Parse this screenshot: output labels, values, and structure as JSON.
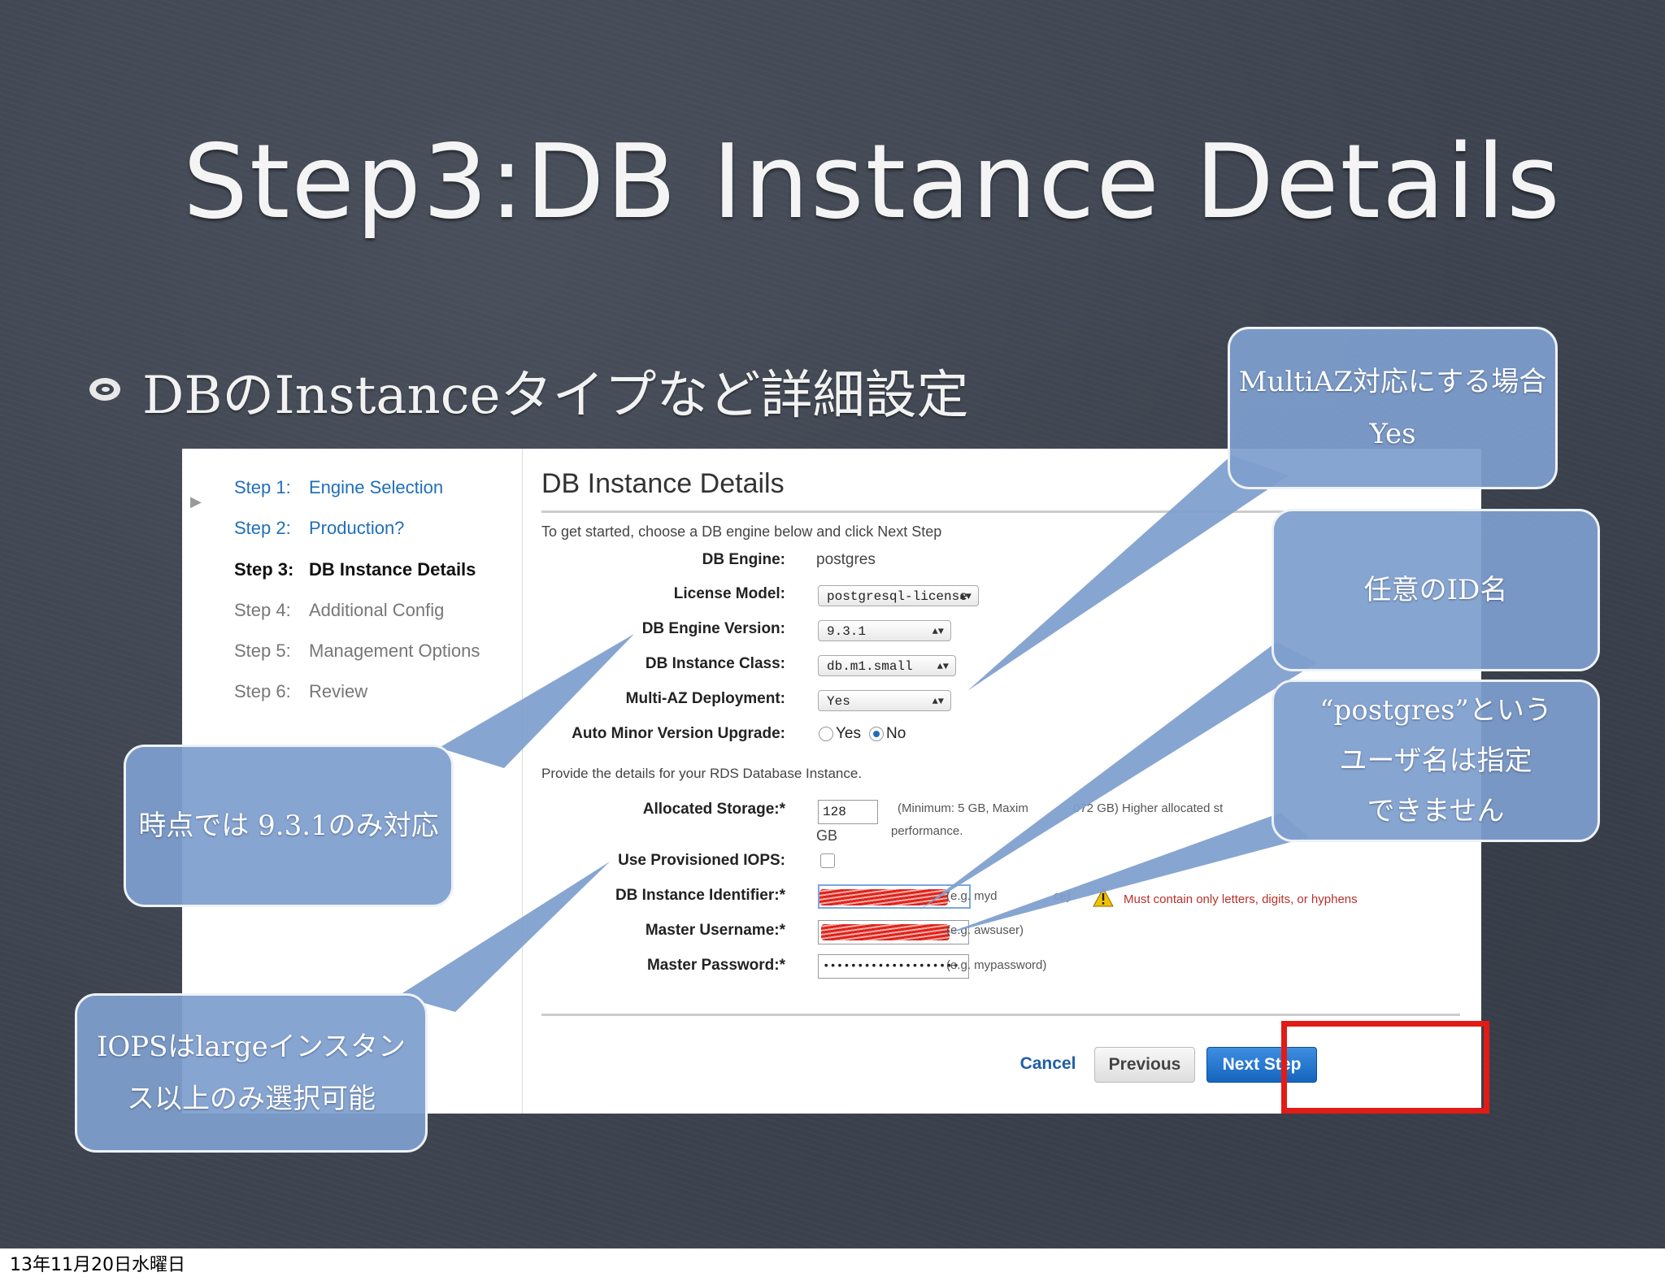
{
  "slide": {
    "title": "Step3:DB Instance Details",
    "bullet": "DBのInstanceタイプなど詳細設定",
    "footer_date": "13年11月20日水曜日"
  },
  "nav": {
    "steps": [
      {
        "num": "Step 1:",
        "label": "Engine Selection"
      },
      {
        "num": "Step 2:",
        "label": "Production?"
      },
      {
        "num": "Step 3:",
        "label": "DB Instance Details"
      },
      {
        "num": "Step 4:",
        "label": "Additional Config"
      },
      {
        "num": "Step 5:",
        "label": "Management Options"
      },
      {
        "num": "Step 6:",
        "label": "Review"
      }
    ]
  },
  "form": {
    "title": "DB Instance Details",
    "intro": "To get started, choose a DB engine below and click Next Step",
    "db_engine_label": "DB Engine:",
    "db_engine_value": "postgres",
    "license_model_label": "License Model:",
    "license_model_value": "postgresql-license",
    "engine_version_label": "DB Engine Version:",
    "engine_version_value": "9.3.1",
    "instance_class_label": "DB Instance Class:",
    "instance_class_value": "db.m1.small",
    "multi_az_label": "Multi-AZ Deployment:",
    "multi_az_value": "Yes",
    "auto_minor_label": "Auto Minor Version Upgrade:",
    "auto_minor_yes": "Yes",
    "auto_minor_no": "No",
    "auto_minor_selected": "No",
    "details_intro": "Provide the details for your RDS Database Instance.",
    "storage_label": "Allocated Storage:*",
    "storage_value": "128",
    "storage_unit": "GB",
    "storage_hint": "(Minimum: 5 GB, Maxim",
    "storage_hint_tail": "072 GB) Higher allocated st",
    "storage_hint_line2": "performance.",
    "iops_label": "Use Provisioned IOPS:",
    "identifier_label": "DB Instance Identifier:*",
    "identifier_hint": "(e.g. myd",
    "identifier_hint_tail": "ce)",
    "identifier_warning": "Must contain only letters, digits, or hyphens",
    "username_label": "Master Username:*",
    "username_hint": "(e.g. awsuser)",
    "password_label": "Master Password:*",
    "password_value": "••••••••••••••••••••",
    "password_hint": "(e.g. mypassword)"
  },
  "buttons": {
    "cancel": "Cancel",
    "previous": "Previous",
    "next": "Next Step"
  },
  "callouts": {
    "multi_az": "MultiAZ対応にする場合\nYes",
    "identifier": "任意のID名",
    "username": "“postgres”という\nユーザ名は指定\nできません",
    "version": "時点では 9.3.1のみ対応",
    "iops": "IOPSはlargeインスタン\nス以上のみ選択可能"
  },
  "colors": {
    "slide_bg": "#3d4450",
    "callout": "#7e9ece",
    "highlight": "#e21b16",
    "link": "#1f6fb8",
    "primary_button": "#1565c0"
  }
}
